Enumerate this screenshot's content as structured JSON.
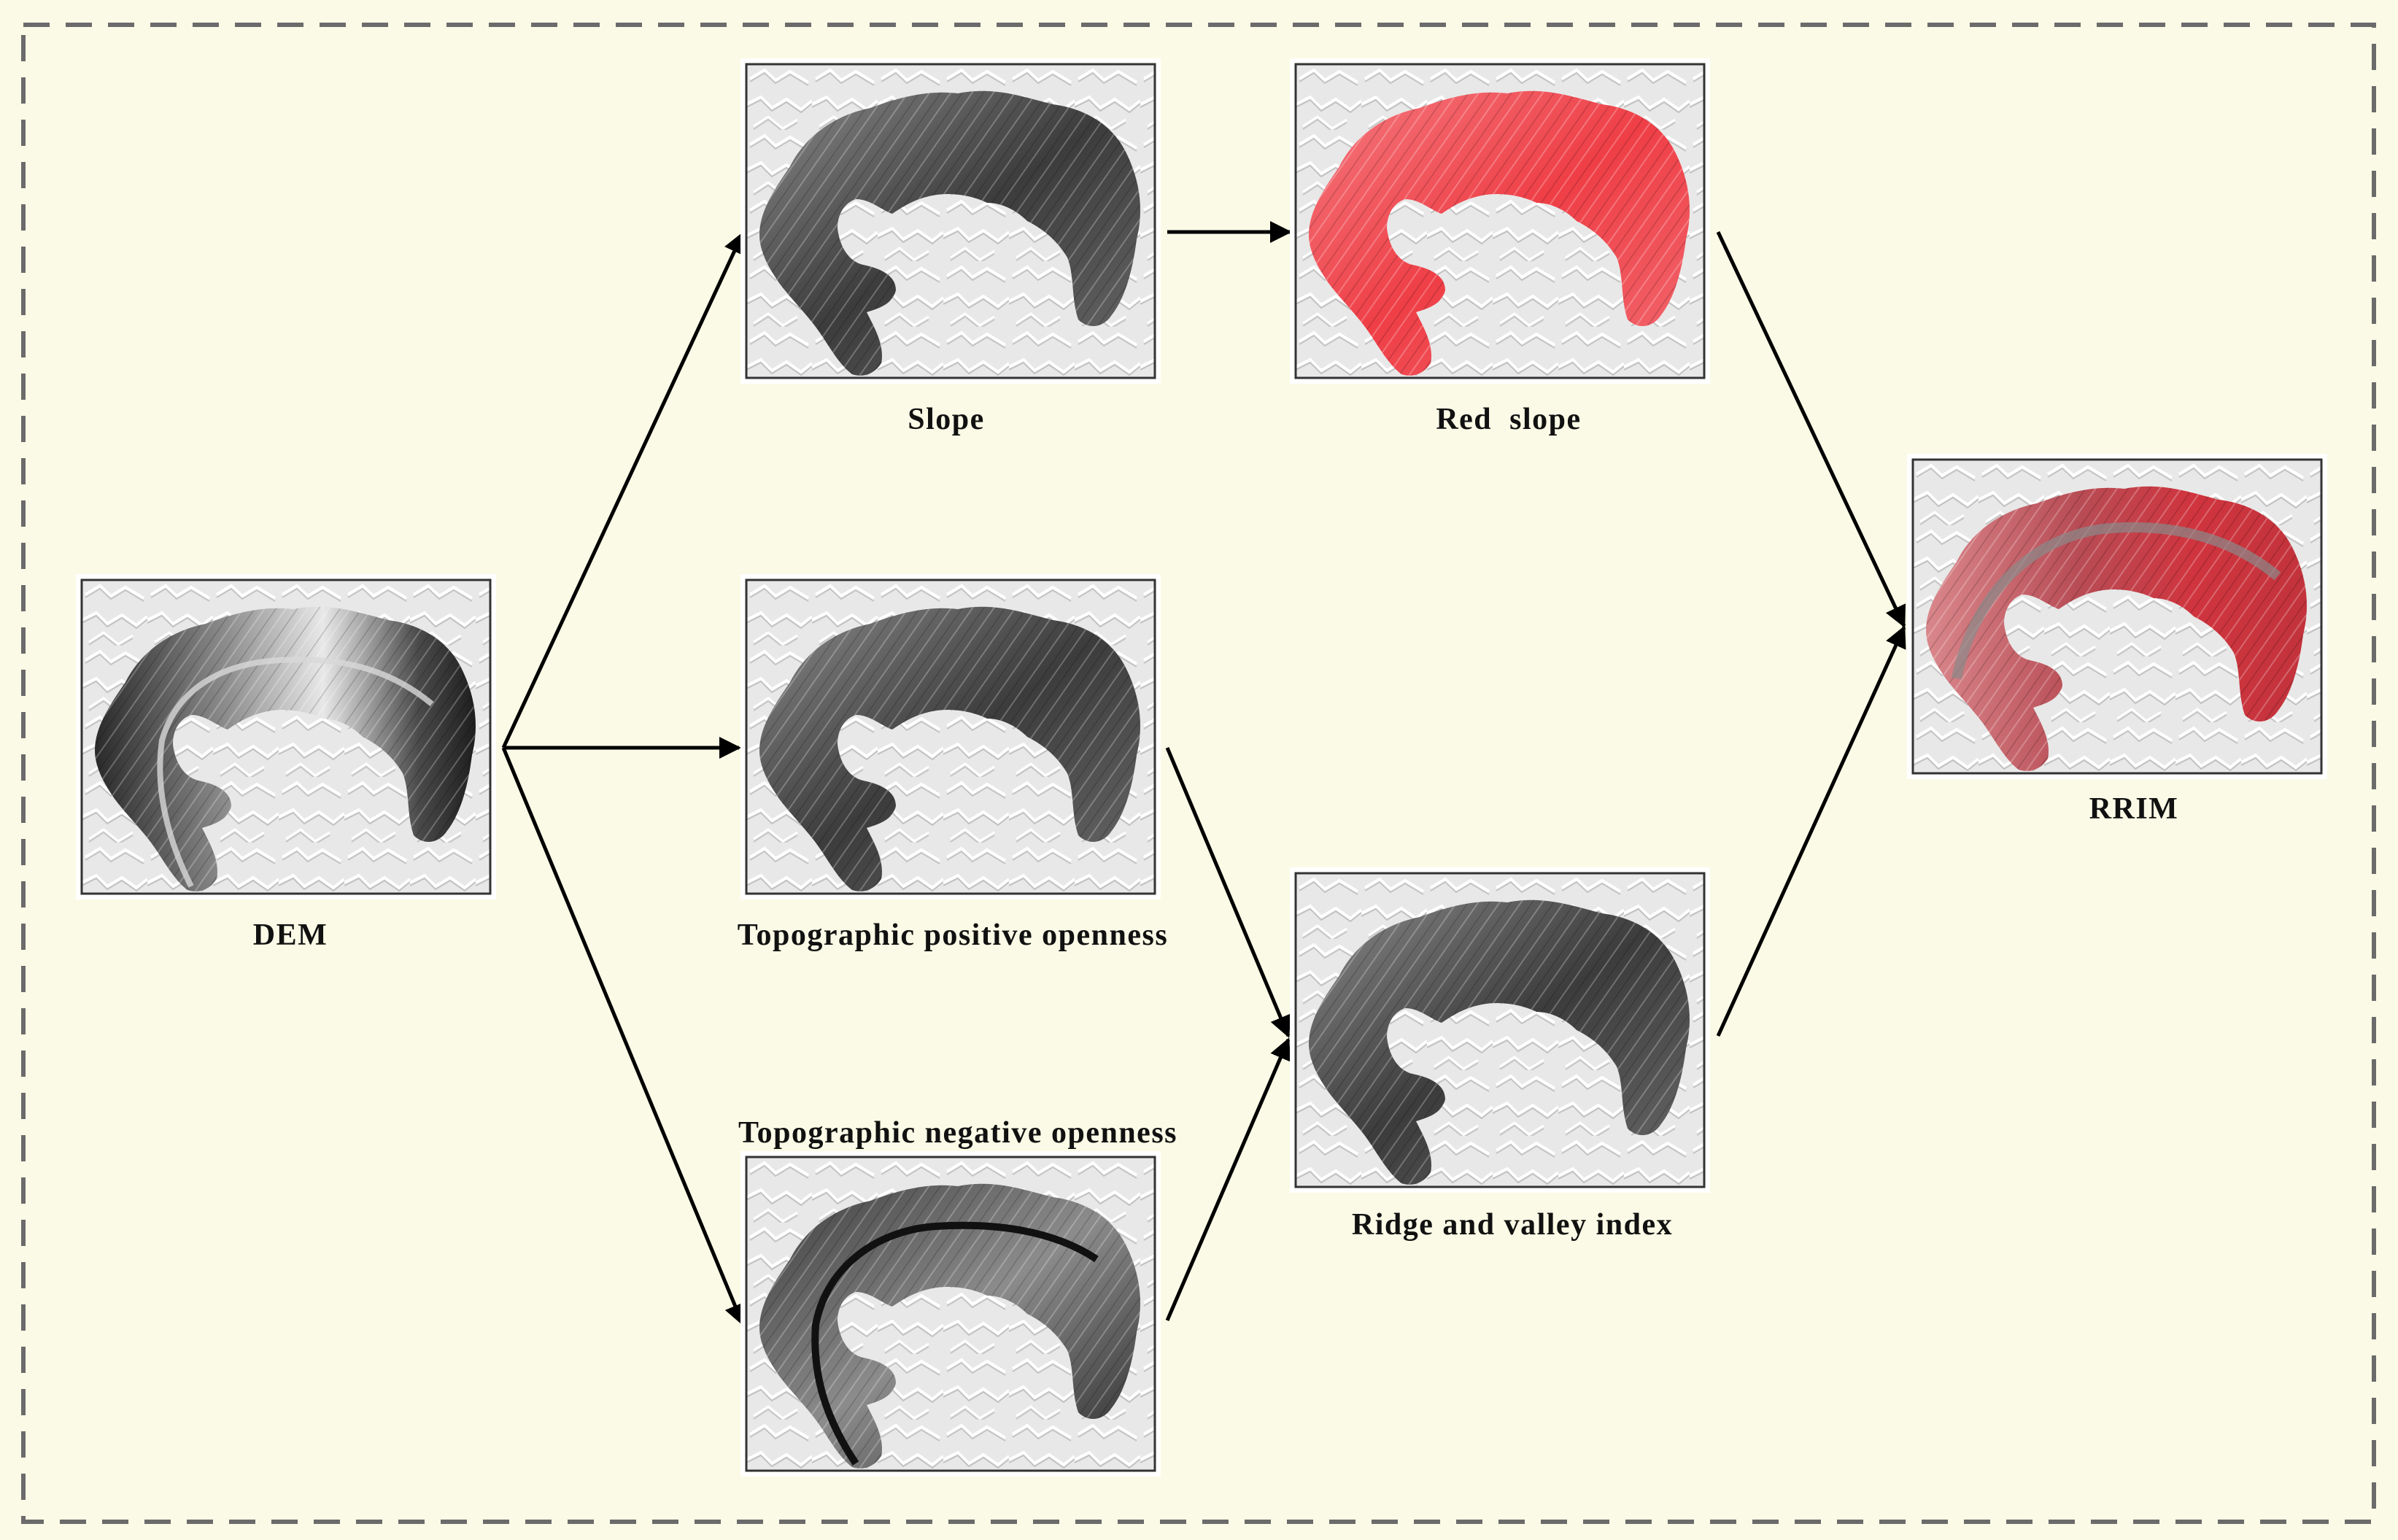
{
  "colors": {
    "background": "#fafae6",
    "border_dash": "#6b6b6b",
    "panel_bg": "#e9e9e9",
    "gray_dark": "#2f2f2f",
    "gray_light": "#d4d4d4",
    "red": "#f0444a",
    "red_light": "#f7a0a4",
    "arrow": "#000000"
  },
  "panels": {
    "dem": {
      "label": "DEM",
      "style": "elevation"
    },
    "slope": {
      "label": "Slope",
      "style": "gray"
    },
    "red_slope": {
      "label": "Red  slope",
      "style": "red"
    },
    "positive_openness": {
      "label": "Topographic positive openness",
      "style": "gray"
    },
    "negative_openness": {
      "label": "Topographic negative openness",
      "style": "dark"
    },
    "ridge_valley": {
      "label": "Ridge and valley index",
      "style": "gray"
    },
    "rrim": {
      "label": "RRIM",
      "style": "red-gray"
    }
  },
  "arrows": [
    {
      "from": "dem",
      "to": "slope"
    },
    {
      "from": "dem",
      "to": "positive_openness"
    },
    {
      "from": "dem",
      "to": "negative_openness"
    },
    {
      "from": "slope",
      "to": "red_slope"
    },
    {
      "from": "positive_openness",
      "to": "ridge_valley"
    },
    {
      "from": "negative_openness",
      "to": "ridge_valley"
    },
    {
      "from": "red_slope",
      "to": "rrim"
    },
    {
      "from": "ridge_valley",
      "to": "rrim"
    }
  ]
}
